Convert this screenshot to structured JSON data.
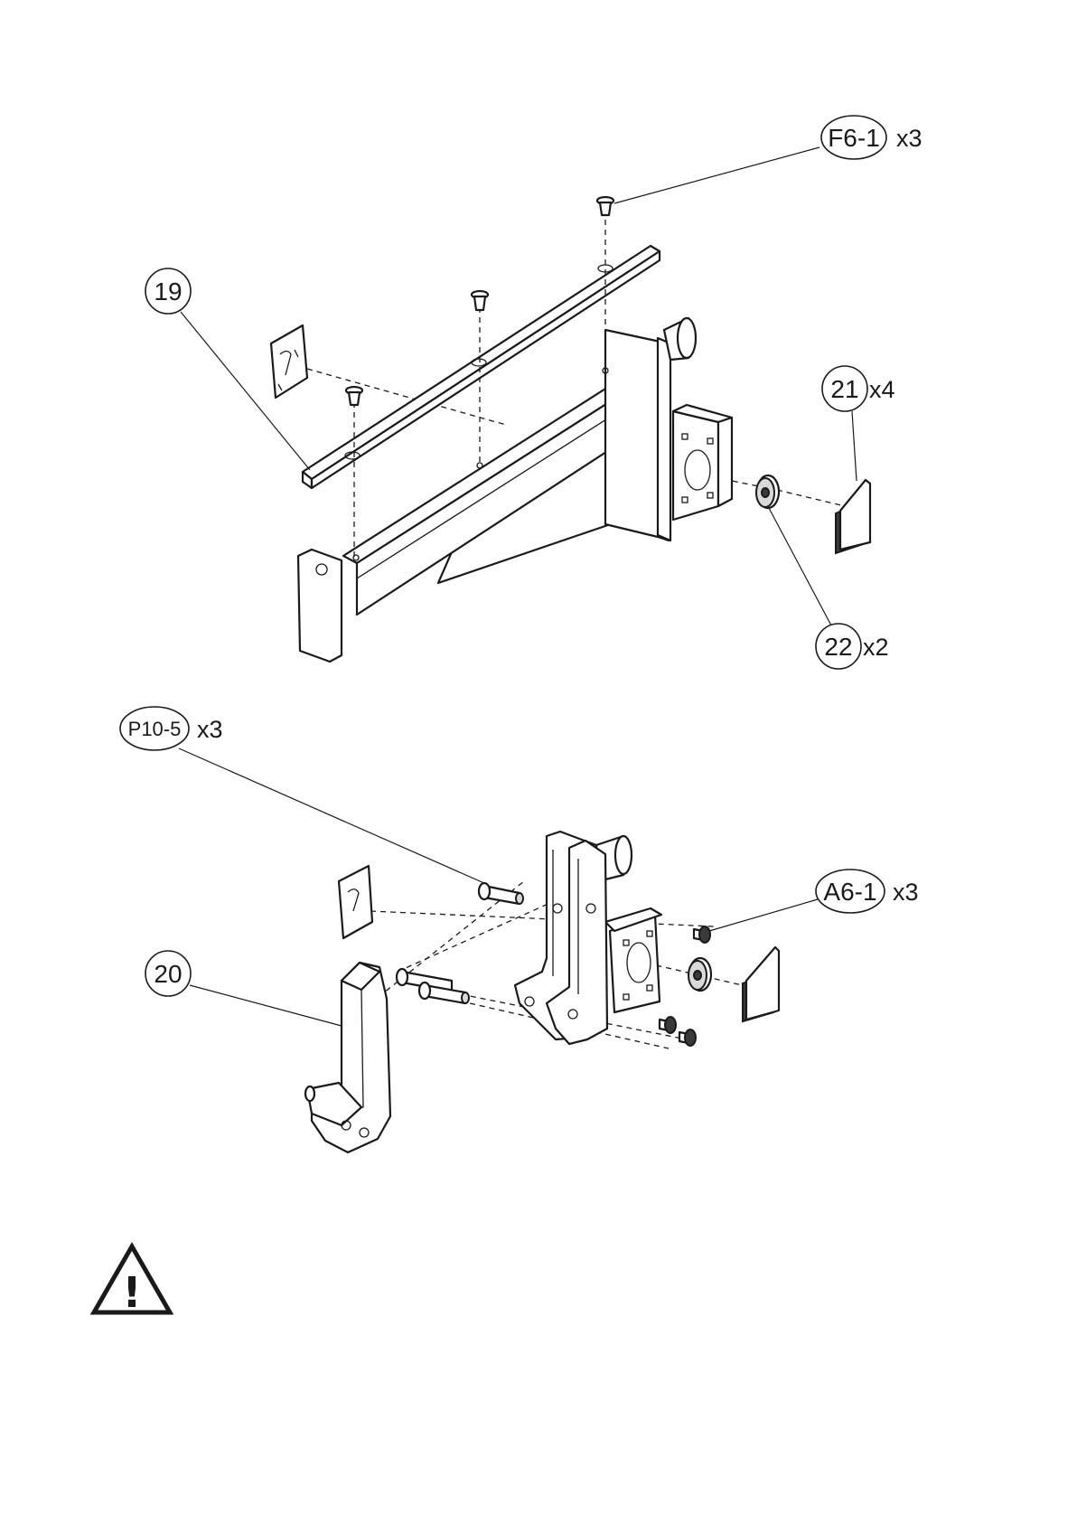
{
  "callouts": {
    "f6_1": {
      "label": "F6-1",
      "qty": "x3"
    },
    "p19": {
      "label": "19"
    },
    "p21": {
      "label": "21",
      "qty": "x4"
    },
    "p22": {
      "label": "22",
      "qty": "x2"
    },
    "p10_5": {
      "label": "P10-5",
      "qty": "x3"
    },
    "a6_1": {
      "label": "A6-1",
      "qty": "x3"
    },
    "p20": {
      "label": "20"
    }
  },
  "icons": {
    "warning": "warning-triangle-icon",
    "warning_mark": "!"
  },
  "colors": {
    "line": "#1a1a1a",
    "background": "#ffffff"
  }
}
